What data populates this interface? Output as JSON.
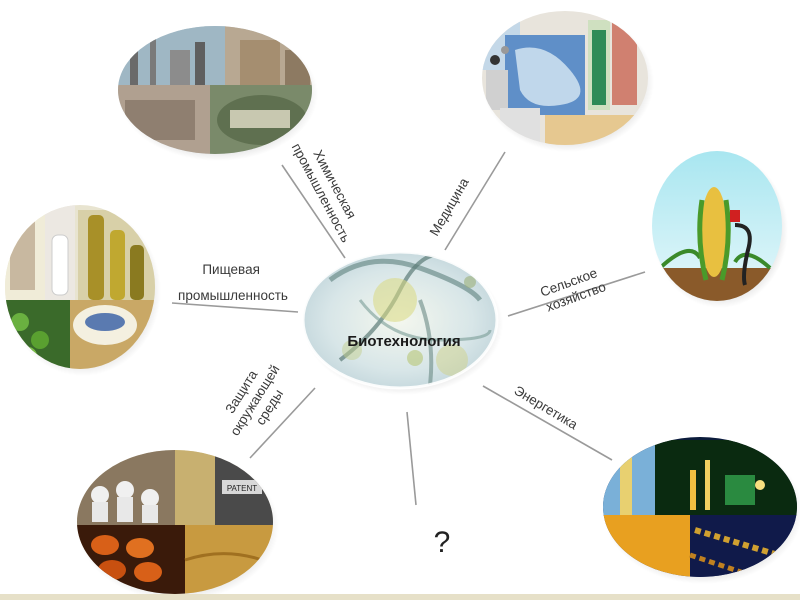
{
  "center": {
    "label": "Биотехнология"
  },
  "branches": {
    "chemical": {
      "lines": [
        "Химическая",
        "промышленность"
      ]
    },
    "medicine": {
      "label": "Медицина"
    },
    "food": {
      "lines": [
        "Пищевая",
        "промышленность"
      ]
    },
    "agriculture": {
      "lines": [
        "Сельское",
        "хозяйство"
      ]
    },
    "environment": {
      "lines": [
        "Защита",
        "окружающей",
        "среды"
      ]
    },
    "energy": {
      "label": "Энергетика"
    },
    "unknown": {
      "label": "?"
    }
  },
  "picture_texts": {
    "patent_sign": "PATENT"
  },
  "colors": {
    "connector": "#9a9a9a",
    "text": "#3a3a3a"
  }
}
